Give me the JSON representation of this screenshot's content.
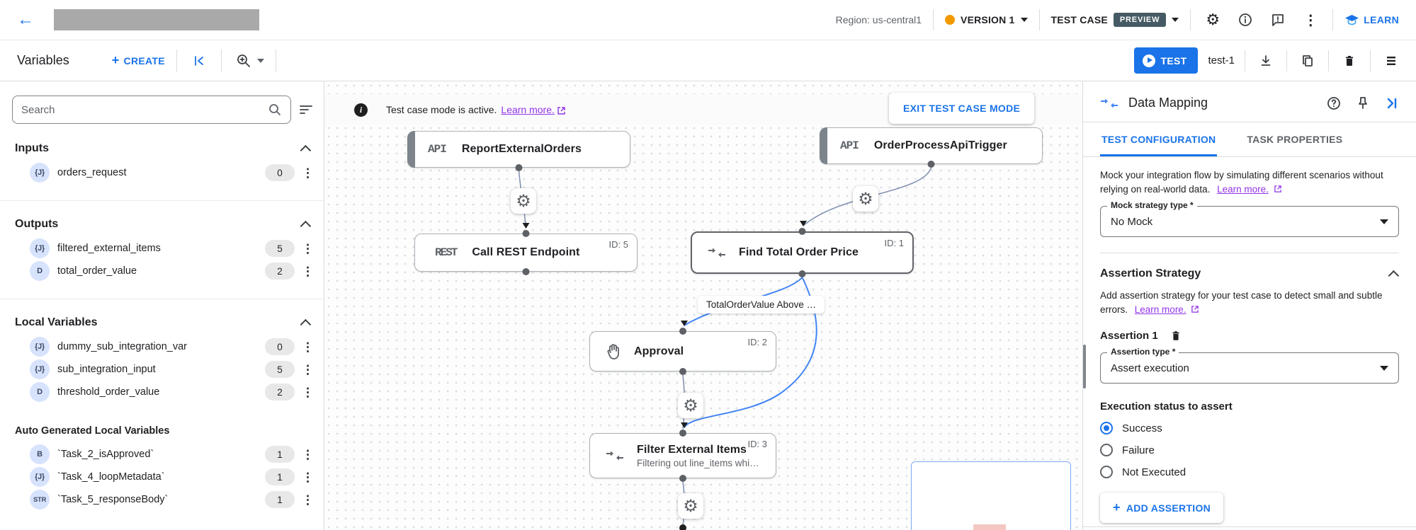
{
  "colors": {
    "accent": "#1a73e8",
    "link_visited": "#9334e6",
    "preview_badge_bg": "#455a64",
    "version_dot": "#f29900",
    "selected_edge": "#4285f4",
    "edge": "#8494b3",
    "badge_bg": "#d7e2fc"
  },
  "topbar": {
    "region_label": "Region: us-central1",
    "version_label": "VERSION 1",
    "test_case_label": "TEST CASE",
    "preview_badge": "PREVIEW",
    "learn_label": "LEARN"
  },
  "toolbar": {
    "variables_title": "Variables",
    "create_label": "CREATE",
    "test_button_label": "TEST",
    "test_name": "test-1"
  },
  "sidebar": {
    "search_placeholder": "Search",
    "sections": [
      {
        "title": "Inputs",
        "items": [
          {
            "badge": "{J}",
            "name": "orders_request",
            "count": "0"
          }
        ]
      },
      {
        "title": "Outputs",
        "items": [
          {
            "badge": "{J}",
            "name": "filtered_external_items",
            "count": "5"
          },
          {
            "badge": "D",
            "name": "total_order_value",
            "count": "2"
          }
        ]
      },
      {
        "title": "Local Variables",
        "items": [
          {
            "badge": "{J}",
            "name": "dummy_sub_integration_var",
            "count": "0"
          },
          {
            "badge": "{J}",
            "name": "sub_integration_input",
            "count": "5"
          },
          {
            "badge": "D",
            "name": "threshold_order_value",
            "count": "2"
          }
        ]
      },
      {
        "title": "Auto Generated Local Variables",
        "items": [
          {
            "badge": "B",
            "name": "`Task_2_isApproved`",
            "count": "1"
          },
          {
            "badge": "{J}",
            "name": "`Task_4_loopMetadata`",
            "count": "1"
          },
          {
            "badge": "STR",
            "name": "`Task_5_responseBody`",
            "count": "1"
          }
        ]
      }
    ]
  },
  "canvas": {
    "banner": {
      "text": "Test case mode is active.",
      "link": "Learn more.",
      "exit_button": "EXIT TEST CASE MODE"
    },
    "nodes": {
      "report": {
        "tag": "API",
        "title": "ReportExternalOrders"
      },
      "trigger": {
        "tag": "API",
        "title": "OrderProcessApiTrigger"
      },
      "rest": {
        "tag": "REST",
        "title": "Call REST Endpoint",
        "id": "ID: 5"
      },
      "find": {
        "title": "Find Total Order Price",
        "id": "ID: 1"
      },
      "approval": {
        "title": "Approval",
        "id": "ID: 2"
      },
      "filter": {
        "title": "Filter External Items",
        "subtitle": "Filtering out line_items whi…",
        "id": "ID: 3"
      }
    },
    "edge_label": "TotalOrderValue Above …"
  },
  "panel": {
    "title": "Data Mapping",
    "tabs": [
      {
        "label": "TEST CONFIGURATION"
      },
      {
        "label": "TASK PROPERTIES"
      }
    ],
    "mock": {
      "description": "Mock your integration flow by simulating different scenarios without relying on real-world data.",
      "link": "Learn more.",
      "field_label": "Mock strategy type *",
      "field_value": "No Mock"
    },
    "assertion": {
      "section_title": "Assertion Strategy",
      "description": "Add assertion strategy for your test case to detect small and subtle errors.",
      "link": "Learn more.",
      "item_title": "Assertion 1",
      "type_label": "Assertion type *",
      "type_value": "Assert execution",
      "status_label": "Execution status to assert",
      "options": [
        {
          "label": "Success"
        },
        {
          "label": "Failure"
        },
        {
          "label": "Not Executed"
        }
      ],
      "selected_status": "Success",
      "add_button_label": "ADD ASSERTION"
    }
  }
}
